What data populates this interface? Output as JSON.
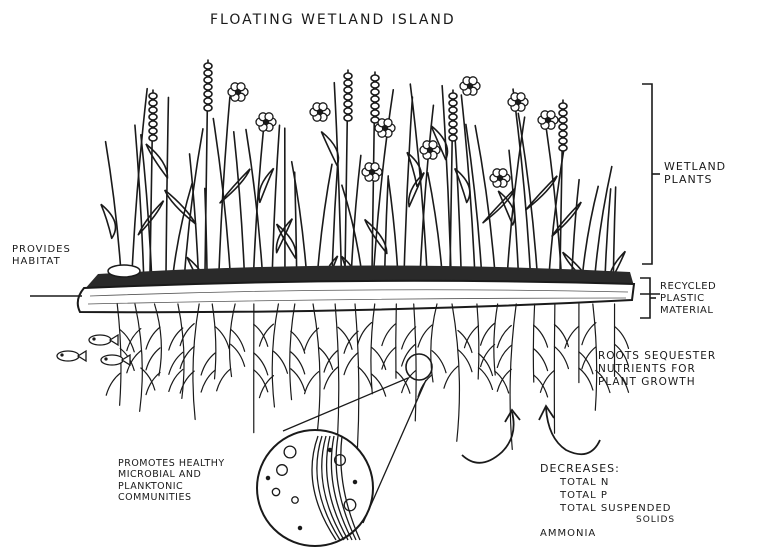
{
  "title": "FLOATING WETLAND ISLAND",
  "labels": {
    "wetland_plants": [
      "WETLAND",
      "PLANTS"
    ],
    "provides_habitat": [
      "PROVIDES",
      "HABITAT"
    ],
    "recycled_plastic": [
      "RECYCLED",
      "PLASTIC",
      "MATERIAL"
    ],
    "roots": [
      "ROOTS SEQUESTER",
      "NUTRIENTS FOR",
      "PLANT GROWTH"
    ],
    "microbial": [
      "PROMOTES HEALTHY",
      "MICROBIAL AND",
      "PLANKTONIC",
      "COMMUNITIES"
    ],
    "decreases": {
      "heading": "DECREASES:",
      "items": [
        "TOTAL N",
        "TOTAL P",
        "TOTAL SUSPENDED",
        "SOLIDS",
        "AMMONIA"
      ]
    }
  }
}
